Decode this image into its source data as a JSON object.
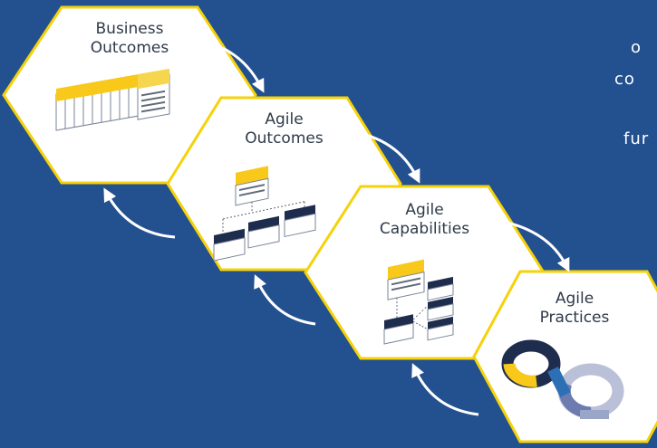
{
  "colors": {
    "background": "#23508f",
    "hexagon_fill": "#ffffff",
    "hexagon_border": "#f5d20a",
    "accent_yellow": "#f8c91a",
    "navy": "#1e2c4d",
    "arrow": "#ffffff"
  },
  "hexagons": [
    {
      "line1": "Business",
      "line2": "Outcomes",
      "icon": "stacked-documents-icon"
    },
    {
      "line1": "Agile",
      "line2": "Outcomes",
      "icon": "hierarchy-diagram-icon"
    },
    {
      "line1": "Agile",
      "line2": "Capabilities",
      "icon": "branching-diagram-icon"
    },
    {
      "line1": "Agile",
      "line2": "Practices",
      "icon": "infinity-loop-icon"
    }
  ],
  "side_text": {
    "line1": "o",
    "line2": "co",
    "line3": "fur"
  }
}
